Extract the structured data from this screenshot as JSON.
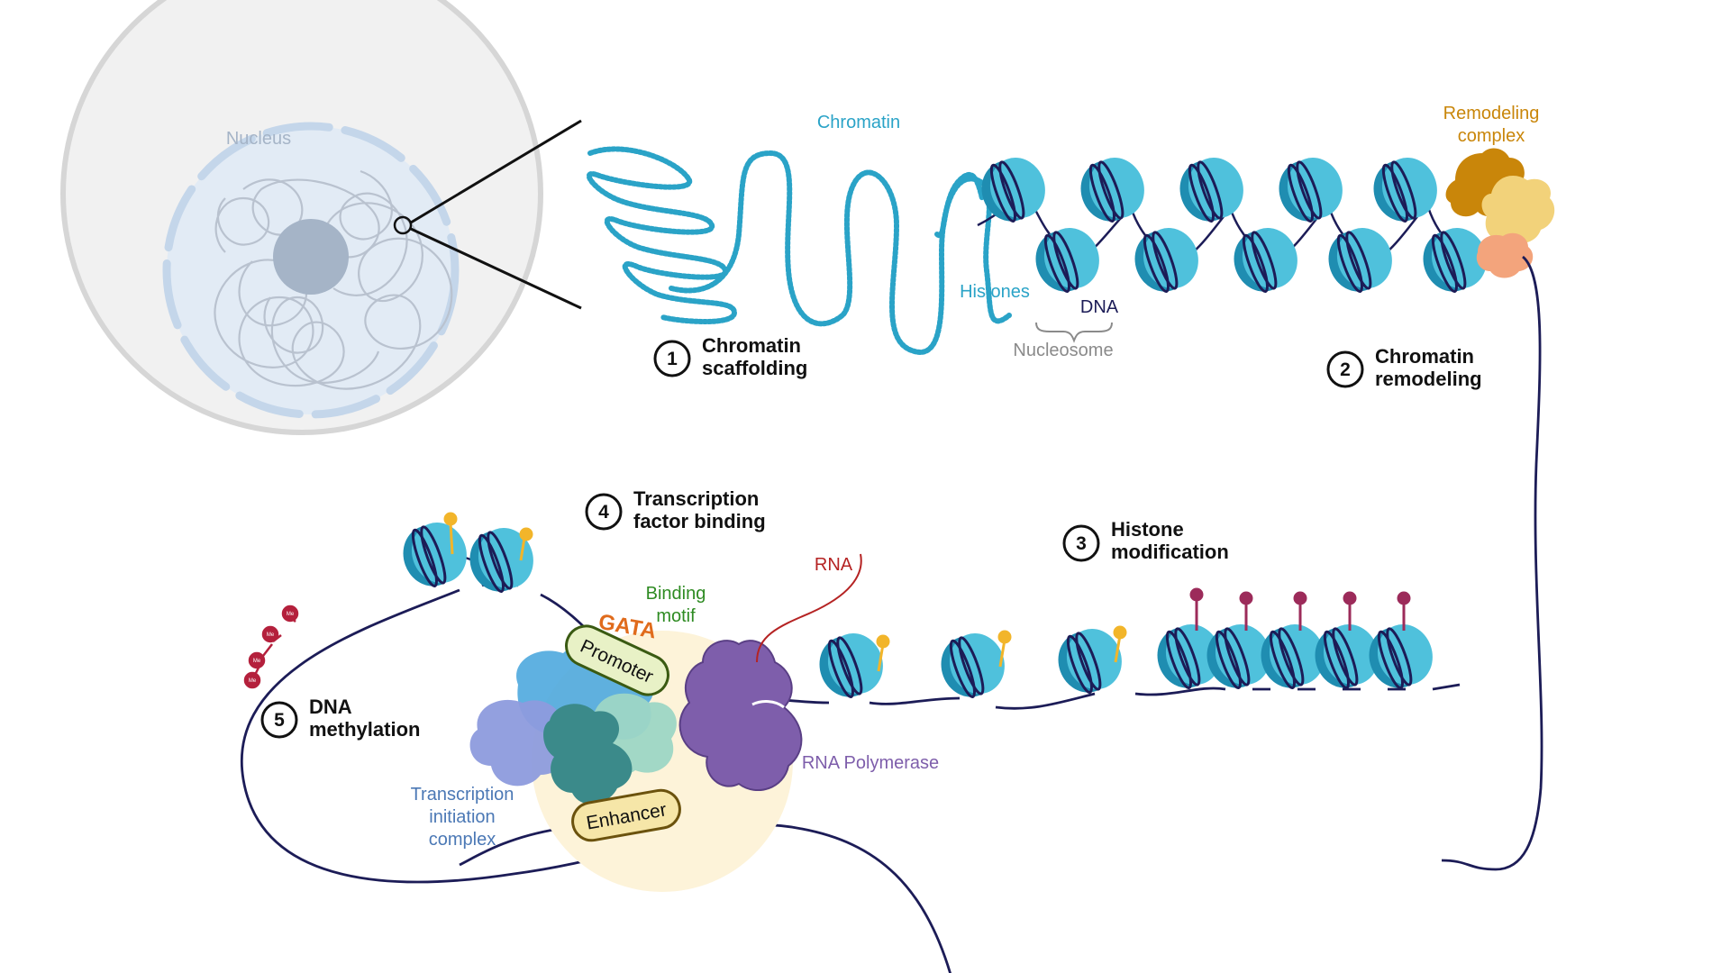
{
  "labels": {
    "nucleus": "Nucleus",
    "chromatin": "Chromatin",
    "remodeling_complex": [
      "Remodeling",
      "complex"
    ],
    "histones": "Histones",
    "dna": "DNA",
    "nucleosome": "Nucleosome",
    "rna": "RNA",
    "binding_motif": [
      "Binding",
      "motif"
    ],
    "motif_letters": "GATA",
    "promoter": "Promoter",
    "enhancer": "Enhancer",
    "rna_polymerase": "RNA Polymerase",
    "transcription_initiation_complex": [
      "Transcription",
      "initiation",
      "complex"
    ]
  },
  "steps": [
    {
      "number": "1",
      "lines": [
        "Chromatin",
        "scaffolding"
      ]
    },
    {
      "number": "2",
      "lines": [
        "Chromatin",
        "remodeling"
      ]
    },
    {
      "number": "3",
      "lines": [
        "Histone",
        "modification"
      ]
    },
    {
      "number": "4",
      "lines": [
        "Transcription",
        "factor binding"
      ]
    },
    {
      "number": "5",
      "lines": [
        "DNA",
        "methylation"
      ]
    }
  ],
  "methyl_mark_text": "Me",
  "colors": {
    "nucleus_fill": "#f1f1f1",
    "nucleus_border": "#d6d6d6",
    "chromatin": "#2aa3c7",
    "histone": "#4fc1dc",
    "histone_dark": "#1f8db1",
    "dna": "#1c1c57",
    "remodeling": "#c9860a",
    "acetyl_mark": "#f2b52a",
    "methyl_mark": "#9c2b5a",
    "dna_methyl": "#b4203c",
    "rna": "#b52323",
    "binding_motif": "#2e8b22",
    "rna_polymerase": "#7e5eab",
    "transcription_complex": "#4b78b5",
    "enhancer_fill": "#f6e6a8",
    "promoter_fill": "#e8f1c6"
  }
}
